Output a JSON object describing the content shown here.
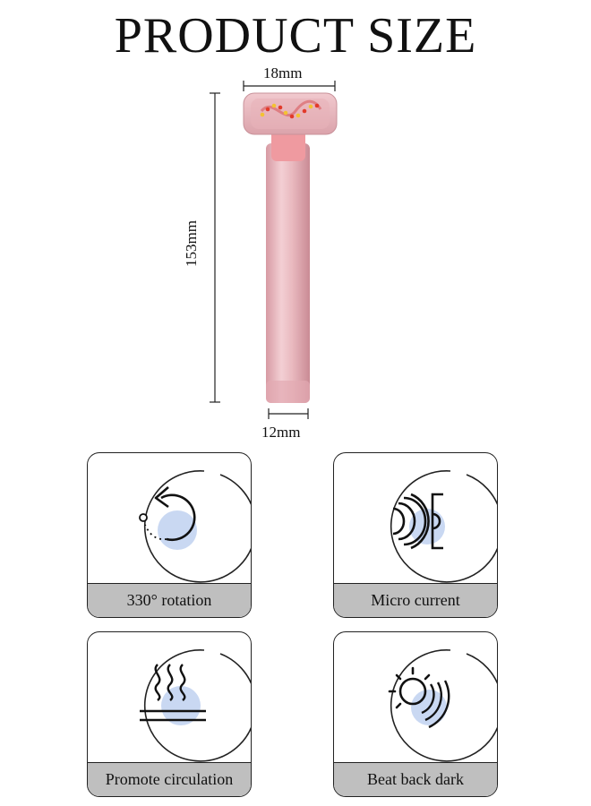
{
  "title": "PRODUCT SIZE",
  "dimensions": {
    "head_width": "18mm",
    "length": "153mm",
    "handle_width": "12mm"
  },
  "features": [
    {
      "icon": "rotation-icon",
      "label": "330° rotation"
    },
    {
      "icon": "micro-current-icon",
      "label": "Micro current"
    },
    {
      "icon": "heat-icon",
      "label": "Promote circulation"
    },
    {
      "icon": "sun-light-icon",
      "label": "Beat back dark"
    }
  ],
  "colors": {
    "device_pink": "#e6b7bd",
    "led_red": "#e23a2a",
    "led_yellow": "#f3c232",
    "accent_blue": "#c9d8f2",
    "caption_gray": "#bfbfbf"
  }
}
